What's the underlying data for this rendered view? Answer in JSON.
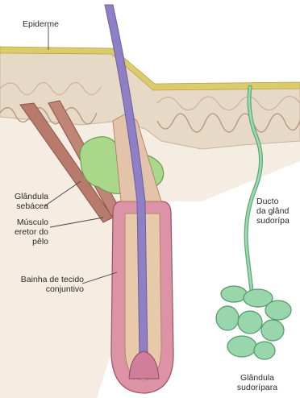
{
  "labels": {
    "epiderme": "Epiderme",
    "glandula_sebacea": [
      "Glândula",
      "sebácea"
    ],
    "musculo_eretor": [
      "Músculo",
      "eretor do",
      "pêlo"
    ],
    "bainha": [
      "Bainha de tecido",
      "conjuntivo"
    ],
    "ducto": [
      "Ducto",
      "da glând",
      "sudorípa"
    ],
    "glandula_sudoripara": [
      "Glândula",
      "sudorípara"
    ]
  },
  "colors": {
    "epidermis_band": "#d9c766",
    "skin_layer": "#e3d7c4",
    "ridge_line": "#b89a86",
    "dermis": "#e2cdb8",
    "hair_shaft": "#8f7fc2",
    "follicle_sheath": "#d890a4",
    "sebaceous_gland": "#a9d98a",
    "sweat_gland": "#8fd0a4",
    "arrector_muscle": "#b4766a"
  }
}
